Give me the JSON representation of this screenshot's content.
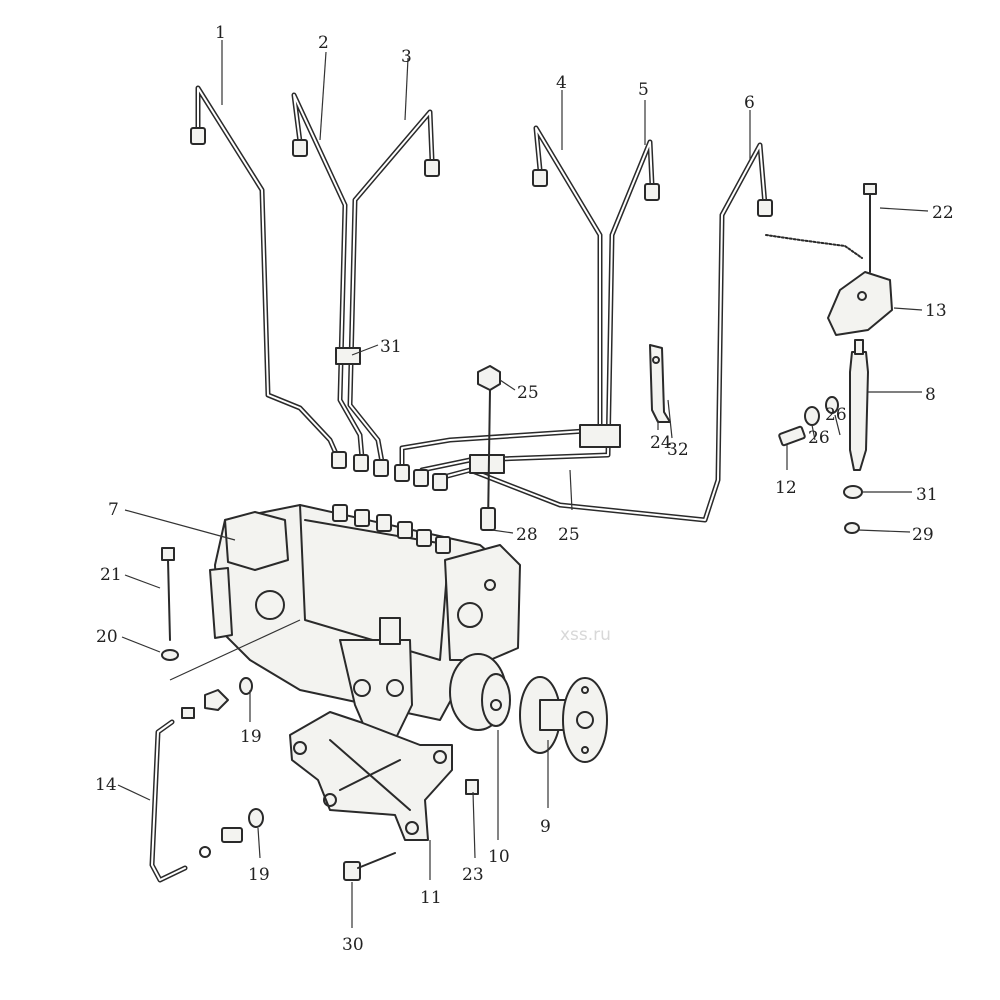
{
  "watermark": {
    "text": "xss.ru"
  },
  "callouts": [
    {
      "id": "c1",
      "label": "1"
    },
    {
      "id": "c2",
      "label": "2"
    },
    {
      "id": "c3",
      "label": "3"
    },
    {
      "id": "c4",
      "label": "4"
    },
    {
      "id": "c5",
      "label": "5"
    },
    {
      "id": "c6",
      "label": "6"
    },
    {
      "id": "c7",
      "label": "7"
    },
    {
      "id": "c8",
      "label": "8"
    },
    {
      "id": "c9",
      "label": "9"
    },
    {
      "id": "c10",
      "label": "10"
    },
    {
      "id": "c11",
      "label": "11"
    },
    {
      "id": "c12",
      "label": "12"
    },
    {
      "id": "c13",
      "label": "13"
    },
    {
      "id": "c14",
      "label": "14"
    },
    {
      "id": "c19a",
      "label": "19"
    },
    {
      "id": "c19b",
      "label": "19"
    },
    {
      "id": "c20",
      "label": "20"
    },
    {
      "id": "c21",
      "label": "21"
    },
    {
      "id": "c22",
      "label": "22"
    },
    {
      "id": "c23",
      "label": "23"
    },
    {
      "id": "c24",
      "label": "24"
    },
    {
      "id": "c25a",
      "label": "25"
    },
    {
      "id": "c25b",
      "label": "25"
    },
    {
      "id": "c26a",
      "label": "26"
    },
    {
      "id": "c26b",
      "label": "26"
    },
    {
      "id": "c28",
      "label": "28"
    },
    {
      "id": "c29",
      "label": "29"
    },
    {
      "id": "c30",
      "label": "30"
    },
    {
      "id": "c31a",
      "label": "31"
    },
    {
      "id": "c31b",
      "label": "31"
    },
    {
      "id": "c32",
      "label": "32"
    }
  ]
}
